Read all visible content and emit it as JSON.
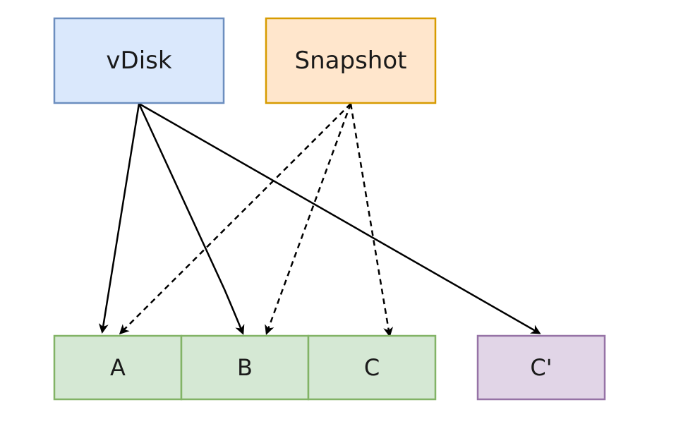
{
  "nodes": {
    "vdisk": {
      "label": "vDisk",
      "fill": "#dae8fc",
      "stroke": "#6c8ebf"
    },
    "snapshot": {
      "label": "Snapshot",
      "fill": "#ffe6cc",
      "stroke": "#d79b00"
    },
    "block_a": {
      "label": "A",
      "fill": "#d5e8d4",
      "stroke": "#82b366"
    },
    "block_b": {
      "label": "B",
      "fill": "#d5e8d4",
      "stroke": "#82b366"
    },
    "block_c": {
      "label": "C",
      "fill": "#d5e8d4",
      "stroke": "#82b366"
    },
    "block_c_prime": {
      "label": "C'",
      "fill": "#e1d5e7",
      "stroke": "#9673a6"
    }
  },
  "edges": [
    {
      "from": "vdisk",
      "to": "block_a",
      "style": "solid"
    },
    {
      "from": "vdisk",
      "to": "block_b",
      "style": "solid"
    },
    {
      "from": "vdisk",
      "to": "block_c_prime",
      "style": "solid"
    },
    {
      "from": "snapshot",
      "to": "block_a",
      "style": "dashed"
    },
    {
      "from": "snapshot",
      "to": "block_b",
      "style": "dashed"
    },
    {
      "from": "snapshot",
      "to": "block_c",
      "style": "dashed"
    }
  ]
}
